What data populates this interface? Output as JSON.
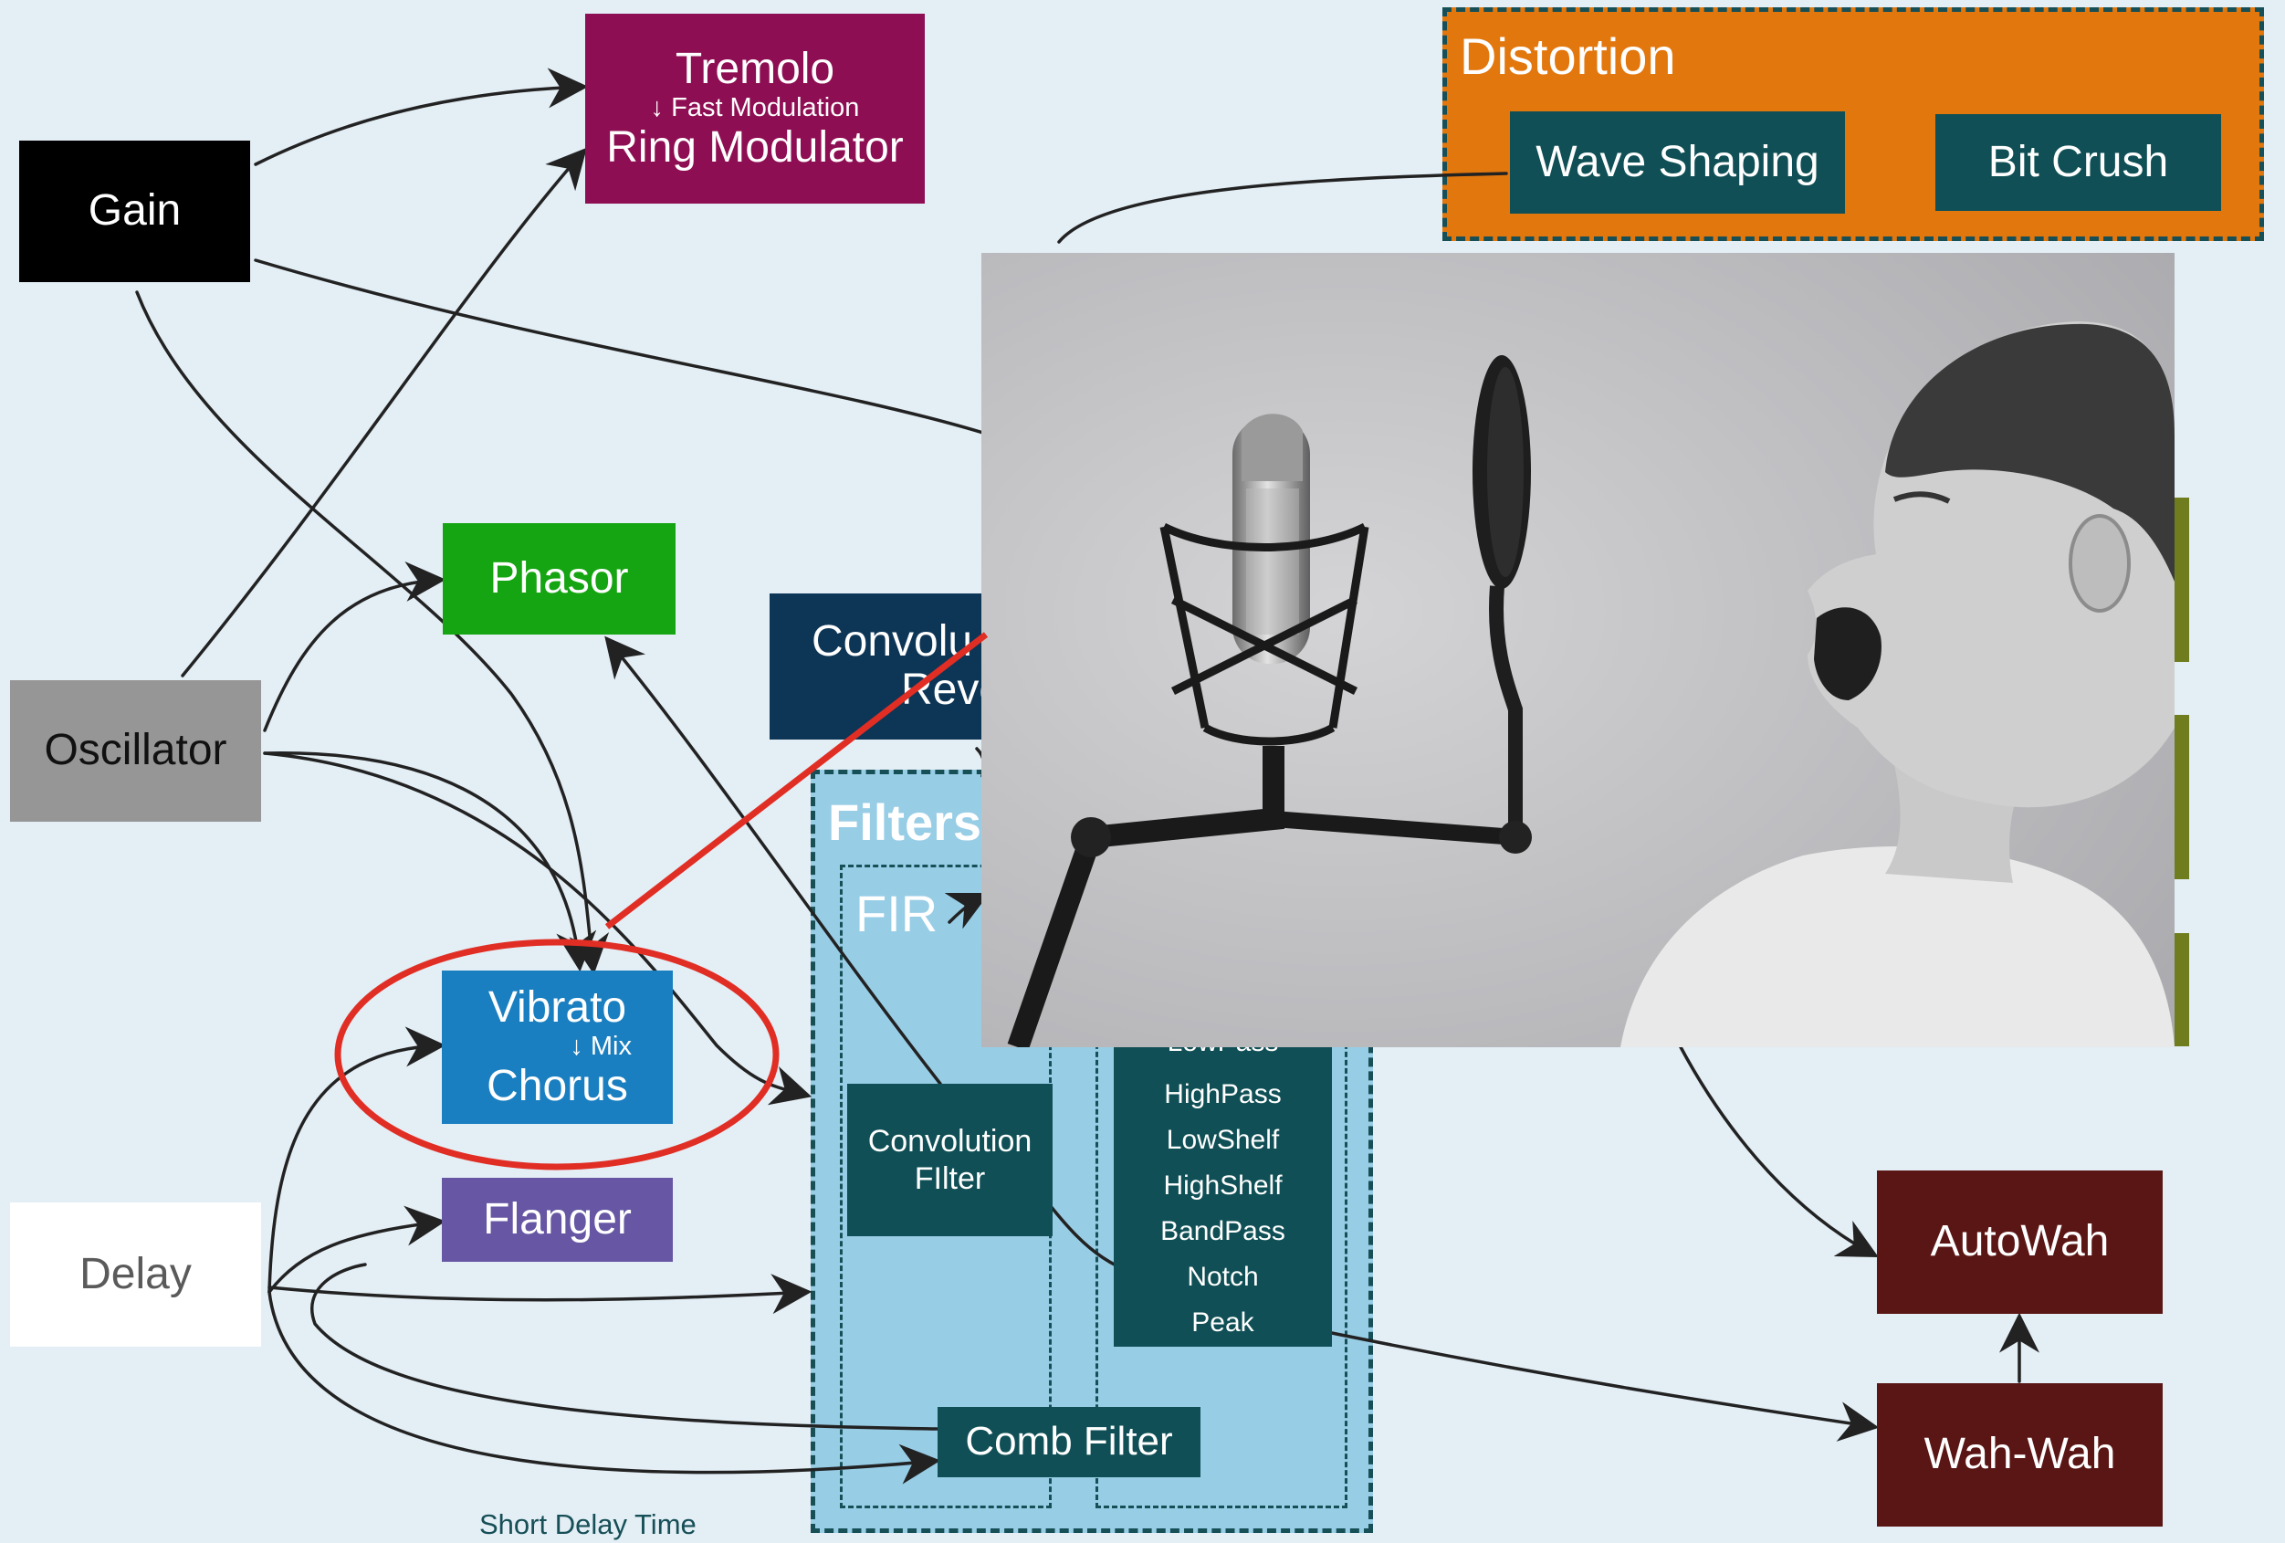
{
  "nodes": {
    "gain": "Gain",
    "oscillator": "Oscillator",
    "delay": "Delay",
    "tremolo": "Tremolo",
    "tremolo_note": "↓ Fast Modulation",
    "ring_modulator": "Ring Modulator",
    "phasor": "Phasor",
    "vibrato": "Vibrato",
    "vibrato_note": "↓ Mix",
    "chorus": "Chorus",
    "flanger": "Flanger",
    "convolution_reverb_line1": "Convolu",
    "convolution_reverb_line2": "Reverb",
    "convolution_filter_line1": "Convolution",
    "convolution_filter_line2": "FIlter",
    "comb_filter": "Comb Filter",
    "autowah": "AutoWah",
    "wahwah": "Wah-Wah",
    "wave_shaping": "Wave Shaping",
    "bit_crush": "Bit Crush"
  },
  "groups": {
    "distortion": "Distortion",
    "filters": "Filters",
    "fir": "FIR"
  },
  "iir_filters": [
    "LowPass",
    "HighPass",
    "LowShelf",
    "HighShelf",
    "BandPass",
    "Notch",
    "Peak"
  ],
  "labels": {
    "short_delay_time": "Short Delay Time"
  },
  "photo": {
    "alt": "Boy shouting into a studio condenser microphone with pop filter"
  },
  "colors": {
    "background": "#e3eef5",
    "gain": "#000000",
    "oscillator": "#969696",
    "delay": "#ffffff",
    "tremolo": "#8e0e53",
    "phasor": "#16a512",
    "vibrato": "#1a7fc0",
    "flanger": "#6656a3",
    "convolution_reverb": "#0d3556",
    "filters_group": "#98cde6",
    "teal_node": "#0f4f55",
    "autowah": "#5a1614",
    "distortion": "#e2770e",
    "highlight": "#e12e24"
  }
}
